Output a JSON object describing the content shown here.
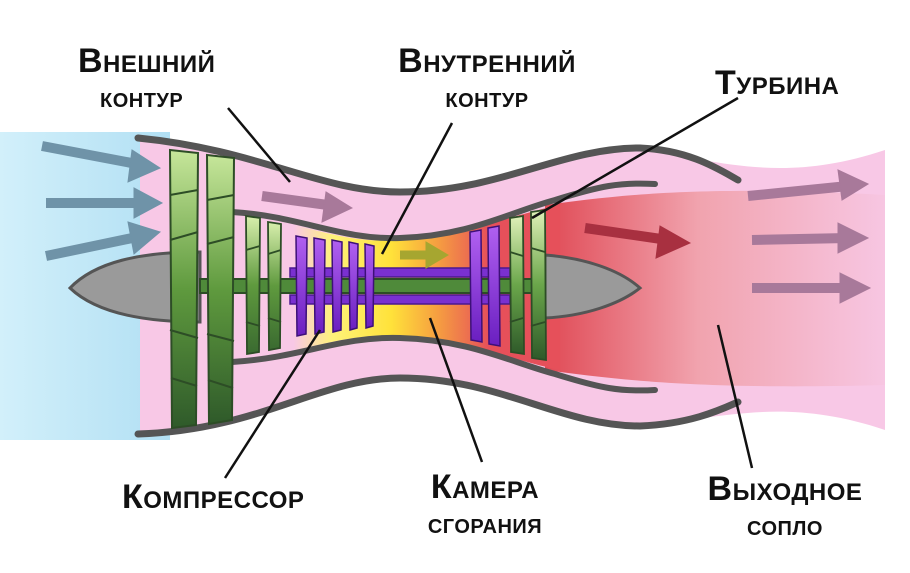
{
  "labels": {
    "outer_contour": {
      "line1": "Внешний",
      "line2": "контур"
    },
    "inner_contour": {
      "line1": "Внутренний",
      "line2": "контур"
    },
    "turbine": {
      "line1": "Турбина"
    },
    "compressor": {
      "line1": "Компрессор"
    },
    "combustion_chamber": {
      "line1": "Камера",
      "line2": "сгорания"
    },
    "exhaust_nozzle": {
      "line1": "Выходное",
      "line2": "сопло"
    }
  },
  "colors": {
    "intake_blue": "#bfe6f7",
    "bypass_pink": "#f8c8e6",
    "hot_red": "#e0505a",
    "flame_yellow": "#ffe84a",
    "fan_green": "#5a8a3c",
    "compressor_purple": "#8a2be2",
    "spinner_gray": "#9a9a9a",
    "arrow_blue": "#6f93a8",
    "arrow_purple": "#a8799a",
    "arrow_red": "#a83040"
  },
  "icons": {
    "flow_arrow": "arrow-right-icon"
  }
}
